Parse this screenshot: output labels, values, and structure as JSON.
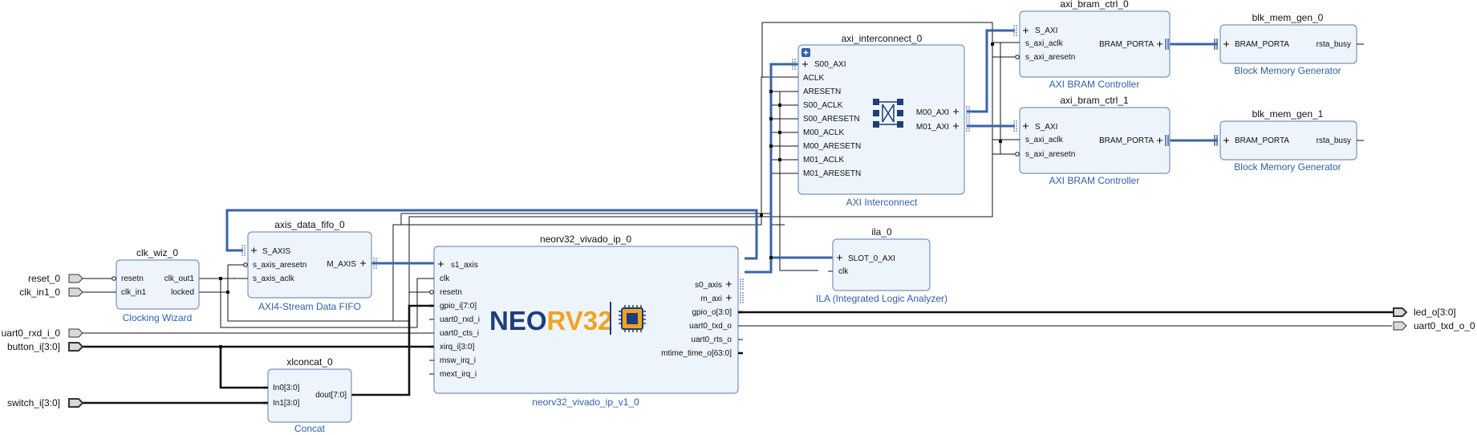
{
  "blocks": {
    "clk_wiz": {
      "name": "clk_wiz_0",
      "type": "Clocking Wizard",
      "ports": {
        "resetn": "resetn",
        "clk_in1": "clk_in1",
        "clk_out1": "clk_out1",
        "locked": "locked"
      }
    },
    "axis_fifo": {
      "name": "axis_data_fifo_0",
      "type": "AXI4-Stream Data FIFO",
      "ports": {
        "S_AXIS": "S_AXIS",
        "s_axis_aresetn": "s_axis_aresetn",
        "s_axis_aclk": "s_axis_aclk",
        "M_AXIS": "M_AXIS"
      }
    },
    "neorv": {
      "name": "neorv32_vivado_ip_0",
      "type": "neorv32_vivado_ip_v1_0",
      "logo_neo": "NEO",
      "logo_rv": "RV32",
      "ports": {
        "s1_axis": "s1_axis",
        "clk": "clk",
        "resetn": "resetn",
        "gpio_i": "gpio_i[7:0]",
        "uart0_rxd_i": "uart0_rxd_i",
        "uart0_cts_i": "uart0_cts_i",
        "xirq_i": "xirq_i[3:0]",
        "msw_irq_i": "msw_irq_i",
        "mext_irq_i": "mext_irq_i",
        "s0_axis": "s0_axis",
        "m_axi": "m_axi",
        "gpio_o": "gpio_o[3:0]",
        "uart0_txd_o": "uart0_txd_o",
        "uart0_rts_o": "uart0_rts_o",
        "mtime_time_o": "mtime_time_o[63:0]"
      }
    },
    "xlconcat": {
      "name": "xlconcat_0",
      "type": "Concat",
      "ports": {
        "In0": "In0[3:0]",
        "In1": "In1[3:0]",
        "dout": "dout[7:0]"
      }
    },
    "ila": {
      "name": "ila_0",
      "type": "ILA (Integrated Logic Analyzer)",
      "ports": {
        "SLOT_0_AXI": "SLOT_0_AXI",
        "clk": "clk"
      }
    },
    "interconnect": {
      "name": "axi_interconnect_0",
      "type": "AXI Interconnect",
      "ports": {
        "S00_AXI": "S00_AXI",
        "ACLK": "ACLK",
        "ARESETN": "ARESETN",
        "S00_ACLK": "S00_ACLK",
        "S00_ARESETN": "S00_ARESETN",
        "M00_ACLK": "M00_ACLK",
        "M00_ARESETN": "M00_ARESETN",
        "M01_ACLK": "M01_ACLK",
        "M01_ARESETN": "M01_ARESETN",
        "M00_AXI": "M00_AXI",
        "M01_AXI": "M01_AXI"
      }
    },
    "bram_ctrl_0": {
      "name": "axi_bram_ctrl_0",
      "type": "AXI BRAM Controller",
      "ports": {
        "S_AXI": "S_AXI",
        "s_axi_aclk": "s_axi_aclk",
        "s_axi_aresetn": "s_axi_aresetn",
        "BRAM_PORTA": "BRAM_PORTA"
      }
    },
    "bram_ctrl_1": {
      "name": "axi_bram_ctrl_1",
      "type": "AXI BRAM Controller",
      "ports": {
        "S_AXI": "S_AXI",
        "s_axi_aclk": "s_axi_aclk",
        "s_axi_aresetn": "s_axi_aresetn",
        "BRAM_PORTA": "BRAM_PORTA"
      }
    },
    "blk_mem_0": {
      "name": "blk_mem_gen_0",
      "type": "Block Memory Generator",
      "ports": {
        "BRAM_PORTA": "BRAM_PORTA",
        "rsta_busy": "rsta_busy"
      }
    },
    "blk_mem_1": {
      "name": "blk_mem_gen_1",
      "type": "Block Memory Generator",
      "ports": {
        "BRAM_PORTA": "BRAM_PORTA",
        "rsta_busy": "rsta_busy"
      }
    }
  },
  "external_ports": {
    "reset_0": "reset_0",
    "clk_in1_0": "clk_in1_0",
    "uart0_rxd_i_0": "uart0_rxd_i_0",
    "button_i": "button_i[3:0]",
    "switch_i": "switch_i[3:0]",
    "led_o": "led_o[3:0]",
    "uart0_txd_o_0": "uart0_txd_o_0"
  },
  "colors": {
    "block_fill": "#eef4fb",
    "block_border": "#7b93b8",
    "axi_bus": "#3a63a8",
    "block_subtitle": "#2f5fa8",
    "neo_text": "#1f3d7a",
    "rv32_text": "#f0a323"
  }
}
